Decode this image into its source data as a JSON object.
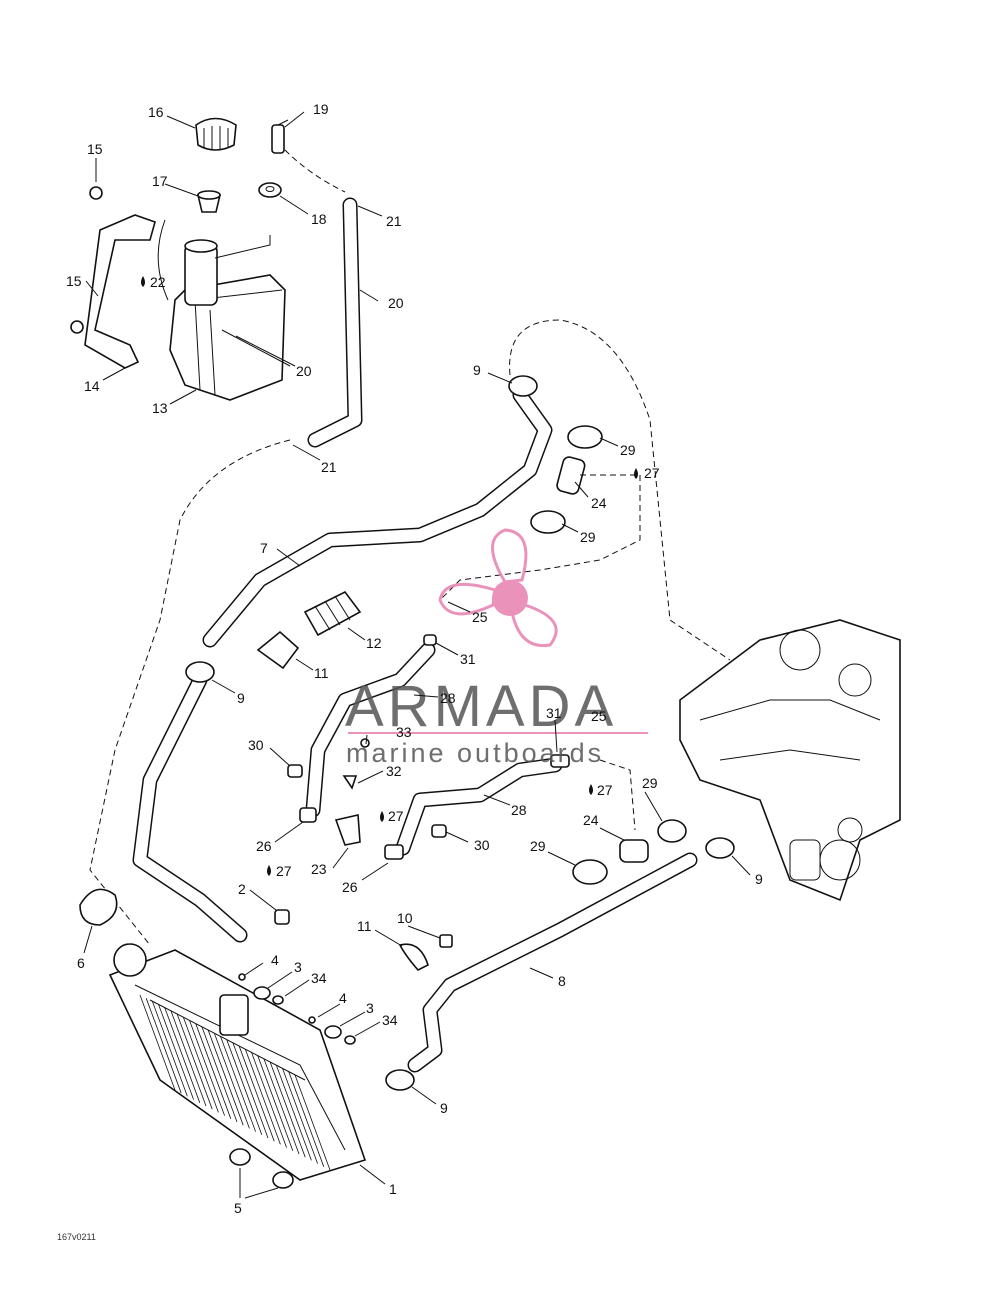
{
  "watermark": {
    "brand": "ARMADA",
    "tagline": "marine outboards",
    "color_accent": "#e87fb0",
    "color_text": "#555555"
  },
  "figure_code": "167v0211",
  "callouts": [
    {
      "id": "c16",
      "text": "16"
    },
    {
      "id": "c19",
      "text": "19"
    },
    {
      "id": "c15a",
      "text": "15"
    },
    {
      "id": "c17",
      "text": "17"
    },
    {
      "id": "c18",
      "text": "18"
    },
    {
      "id": "c21a",
      "text": "21"
    },
    {
      "id": "c22",
      "text": "22"
    },
    {
      "id": "c15b",
      "text": "15"
    },
    {
      "id": "c20a",
      "text": "20"
    },
    {
      "id": "c20b",
      "text": "20"
    },
    {
      "id": "c14",
      "text": "14"
    },
    {
      "id": "c13",
      "text": "13"
    },
    {
      "id": "c21b",
      "text": "21"
    },
    {
      "id": "c9a",
      "text": "9"
    },
    {
      "id": "c29a",
      "text": "29"
    },
    {
      "id": "c27a",
      "text": "27"
    },
    {
      "id": "c24a",
      "text": "24"
    },
    {
      "id": "c29b",
      "text": "29"
    },
    {
      "id": "c7",
      "text": "7"
    },
    {
      "id": "c25a",
      "text": "25"
    },
    {
      "id": "c12",
      "text": "12"
    },
    {
      "id": "c31a",
      "text": "31"
    },
    {
      "id": "c11a",
      "text": "11"
    },
    {
      "id": "c9b",
      "text": "9"
    },
    {
      "id": "c28a",
      "text": "28"
    },
    {
      "id": "c31b",
      "text": "31"
    },
    {
      "id": "c25b",
      "text": "25"
    },
    {
      "id": "c30a",
      "text": "30"
    },
    {
      "id": "c33",
      "text": "33"
    },
    {
      "id": "c32",
      "text": "32"
    },
    {
      "id": "c29c",
      "text": "29"
    },
    {
      "id": "c27b",
      "text": "27"
    },
    {
      "id": "c28b",
      "text": "28"
    },
    {
      "id": "c27c",
      "text": "27"
    },
    {
      "id": "c24b",
      "text": "24"
    },
    {
      "id": "c26a",
      "text": "26"
    },
    {
      "id": "c30b",
      "text": "30"
    },
    {
      "id": "c29d",
      "text": "29"
    },
    {
      "id": "c27d",
      "text": "27"
    },
    {
      "id": "c23",
      "text": "23"
    },
    {
      "id": "c26b",
      "text": "26"
    },
    {
      "id": "c9c",
      "text": "9"
    },
    {
      "id": "c2",
      "text": "2"
    },
    {
      "id": "c10",
      "text": "10"
    },
    {
      "id": "c11b",
      "text": "11"
    },
    {
      "id": "c6",
      "text": "6"
    },
    {
      "id": "c4a",
      "text": "4"
    },
    {
      "id": "c3a",
      "text": "3"
    },
    {
      "id": "c34a",
      "text": "34"
    },
    {
      "id": "c8",
      "text": "8"
    },
    {
      "id": "c4b",
      "text": "4"
    },
    {
      "id": "c3b",
      "text": "3"
    },
    {
      "id": "c34b",
      "text": "34"
    },
    {
      "id": "c9d",
      "text": "9"
    },
    {
      "id": "c1",
      "text": "1"
    },
    {
      "id": "c5",
      "text": "5"
    }
  ]
}
